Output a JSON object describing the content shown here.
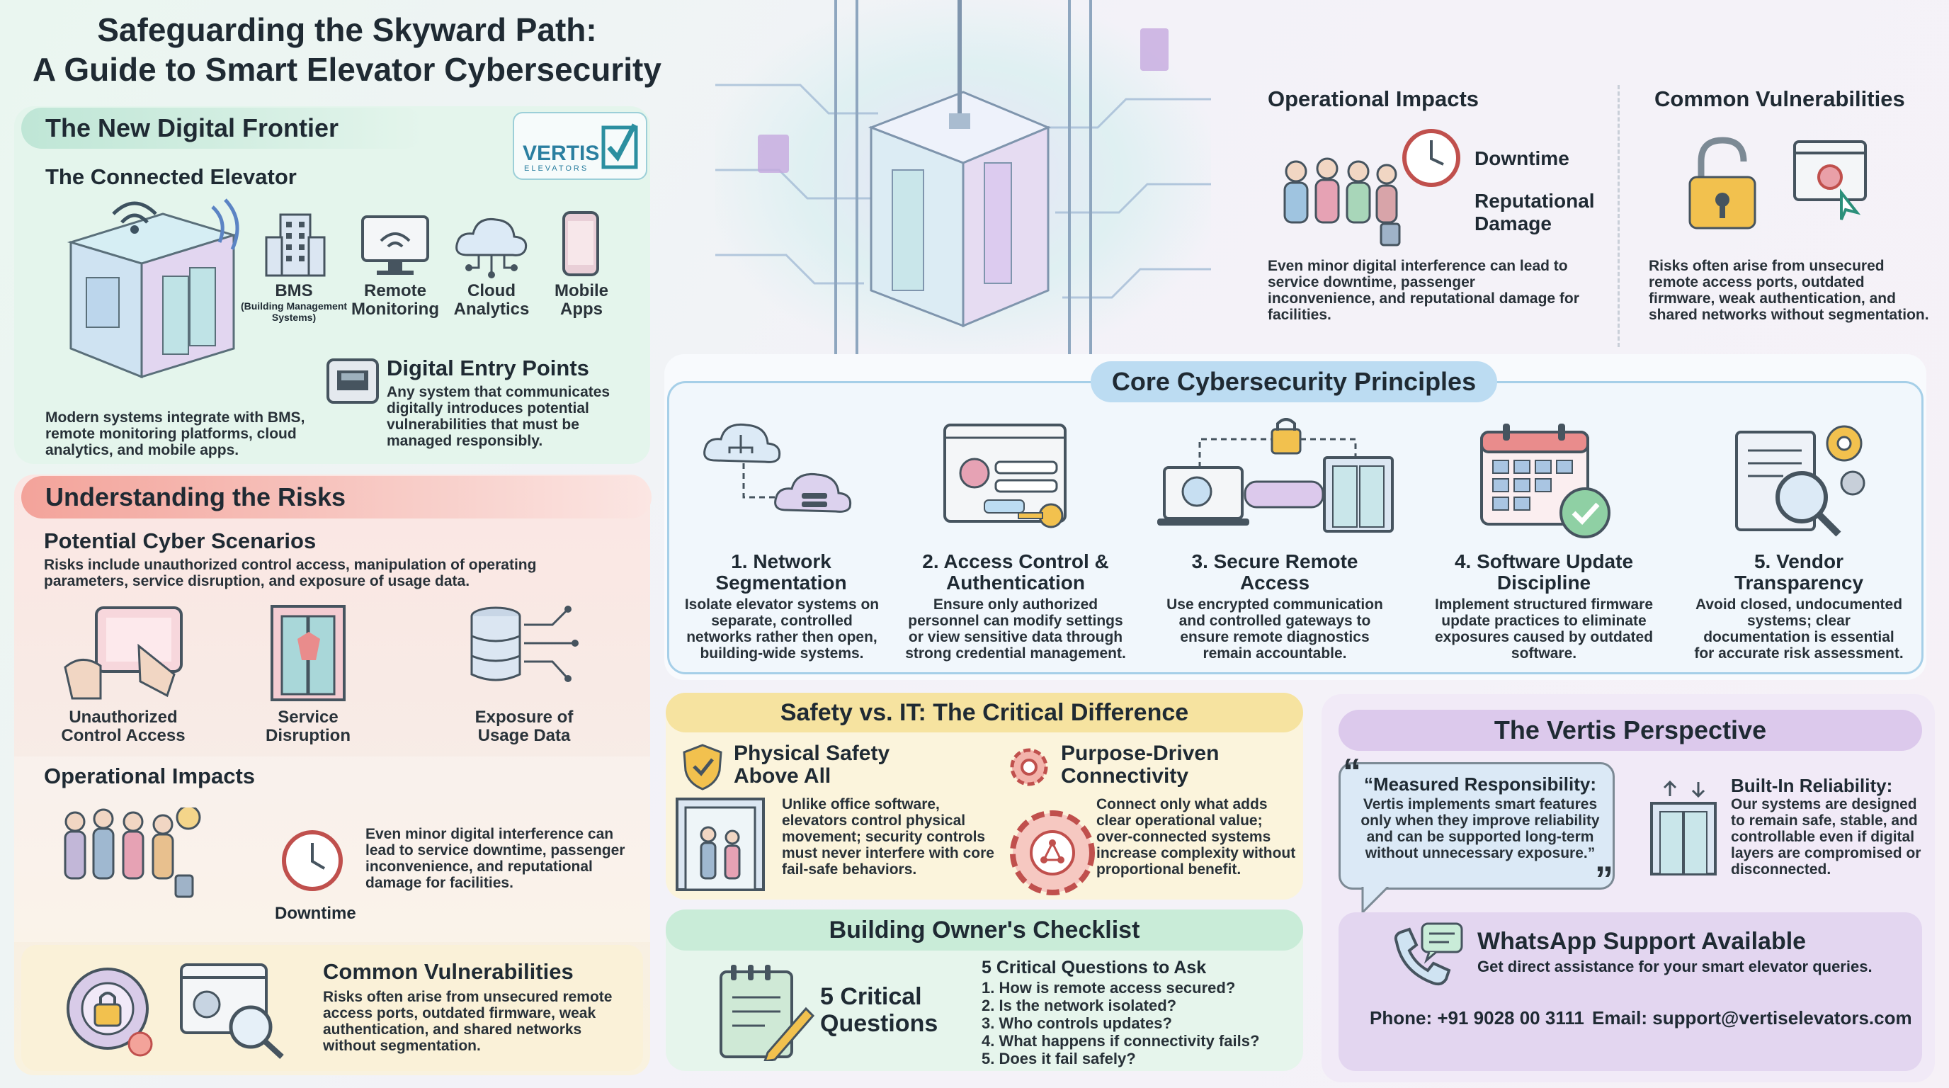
{
  "title": {
    "line1": "Safeguarding the Skyward Path:",
    "line2": "A Guide to Smart Elevator Cybersecurity"
  },
  "logo": {
    "text": "VERTIS",
    "sub": "ELEVATORS"
  },
  "frontier": {
    "heading": "The New Digital Frontier",
    "sub": "The Connected Elevator",
    "integrations": [
      {
        "label": "BMS",
        "sub": "(Building Management Systems)"
      },
      {
        "label": "Remote Monitoring"
      },
      {
        "label": "Cloud Analytics"
      },
      {
        "label": "Mobile Apps"
      }
    ],
    "caption": "Modern systems integrate with BMS, remote monitoring platforms, cloud analytics, and mobile apps.",
    "entry_title": "Digital Entry Points",
    "entry_text": "Any system that communicates digitally introduces potential vulnerabilities that must be managed responsibly."
  },
  "top_right": {
    "impacts_title": "Operational Impacts",
    "impact_labels": [
      "Downtime",
      "Reputational Damage"
    ],
    "impacts_text": "Even minor digital interference can lead to service downtime, passenger inconvenience, and reputational damage for facilities.",
    "vuln_title": "Common Vulnerabilities",
    "vuln_text": "Risks often arise from unsecured remote access ports, outdated firmware, weak authentication, and shared networks without segmentation."
  },
  "risks": {
    "heading": "Understanding the Risks",
    "scenarios_title": "Potential Cyber Scenarios",
    "scenarios_text": "Risks include unauthorized control access, manipulation of operating parameters, service disruption, and exposure of usage data.",
    "scenarios": [
      "Unauthorized Control Access",
      "Service Disruption",
      "Exposure of Usage Data"
    ],
    "impacts_title": "Operational Impacts",
    "impacts_text": "Even minor digital interference can lead to service downtime, passenger inconvenience, and reputational damage for facilities.",
    "downtime": "Downtime",
    "vuln_title": "Common Vulnerabilities",
    "vuln_text": "Risks often arise from unsecured remote access ports, outdated firmware, weak authentication, and shared networks without segmentation."
  },
  "principles": {
    "heading": "Core Cybersecurity Principles",
    "items": [
      {
        "title": "1. Network Segmentation",
        "text": "Isolate elevator systems on separate, controlled networks rather then open, building-wide systems."
      },
      {
        "title": "2. Access Control & Authentication",
        "text": "Ensure only authorized personnel can modify settings or view sensitive data through strong credential management."
      },
      {
        "title": "3. Secure Remote Access",
        "text": "Use encrypted communication and controlled gateways to ensure remote diagnostics remain accountable."
      },
      {
        "title": "4. Software Update Discipline",
        "text": "Implement structured firmware update practices to eliminate exposures caused by outdated software."
      },
      {
        "title": "5. Vendor Transparency",
        "text": "Avoid closed, undocumented systems; clear documentation is essential for accurate risk assessment."
      }
    ]
  },
  "safety": {
    "heading": "Safety vs. IT: The Critical Difference",
    "left_title": "Physical Safety Above All",
    "left_text": "Unlike office software, elevators control physical movement; security controls must never interfere with core fail-safe behaviors.",
    "right_title": "Purpose-Driven Connectivity",
    "right_text": "Connect only what adds clear operational value; over-connected systems increase complexity without proportional benefit."
  },
  "checklist": {
    "heading": "Building Owner's Checklist",
    "badge": "5 Critical Questions",
    "list_title": "5 Critical Questions to Ask",
    "questions": [
      "1. How is remote access secured?",
      "2. Is the network isolated?",
      "3. Who controls updates?",
      "4. What happens if connectivity fails?",
      "5. Does it fail safely?"
    ]
  },
  "vertis": {
    "heading": "The Vertis Perspective",
    "quote_title": "“Measured Responsibility:",
    "quote_text": "Vertis implements smart features only when they improve reliability and can be supported long-term without unnecessary exposure.”",
    "reliability_title": "Built-In Reliability:",
    "reliability_text": "Our systems are designed to remain safe, stable, and controllable even if digital layers are compromised or disconnected."
  },
  "support": {
    "title": "WhatsApp Support Available",
    "sub": "Get direct assistance for your smart elevator queries.",
    "phone": "Phone: +91 9028 00 3111",
    "email": "Email: support@vertiselevators.com"
  },
  "colors": {
    "teal": "#bfe6d6",
    "coral": "#f3a39a",
    "blue": "#bcdcf2",
    "yellow": "#f6e3a0",
    "mint": "#c9ecd8",
    "lavender": "#dcc9ec"
  }
}
